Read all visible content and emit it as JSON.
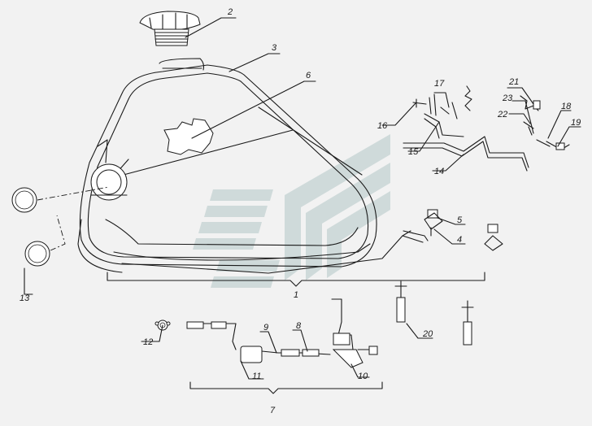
{
  "colors": {
    "background": "#f2f2f2",
    "line": "#1a1a1a",
    "watermark": "#c9d6d6"
  },
  "labels": {
    "n1": "1",
    "n2": "2",
    "n3": "3",
    "n4": "4",
    "n5": "5",
    "n6": "6",
    "n7": "7",
    "n8": "8",
    "n9": "9",
    "n10": "10",
    "n11": "11",
    "n12": "12",
    "n13": "13",
    "n14": "14",
    "n15": "15",
    "n16": "16",
    "n17": "17",
    "n18": "18",
    "n19": "19",
    "n20": "20",
    "n21": "21",
    "n22": "22",
    "n23": "23"
  }
}
